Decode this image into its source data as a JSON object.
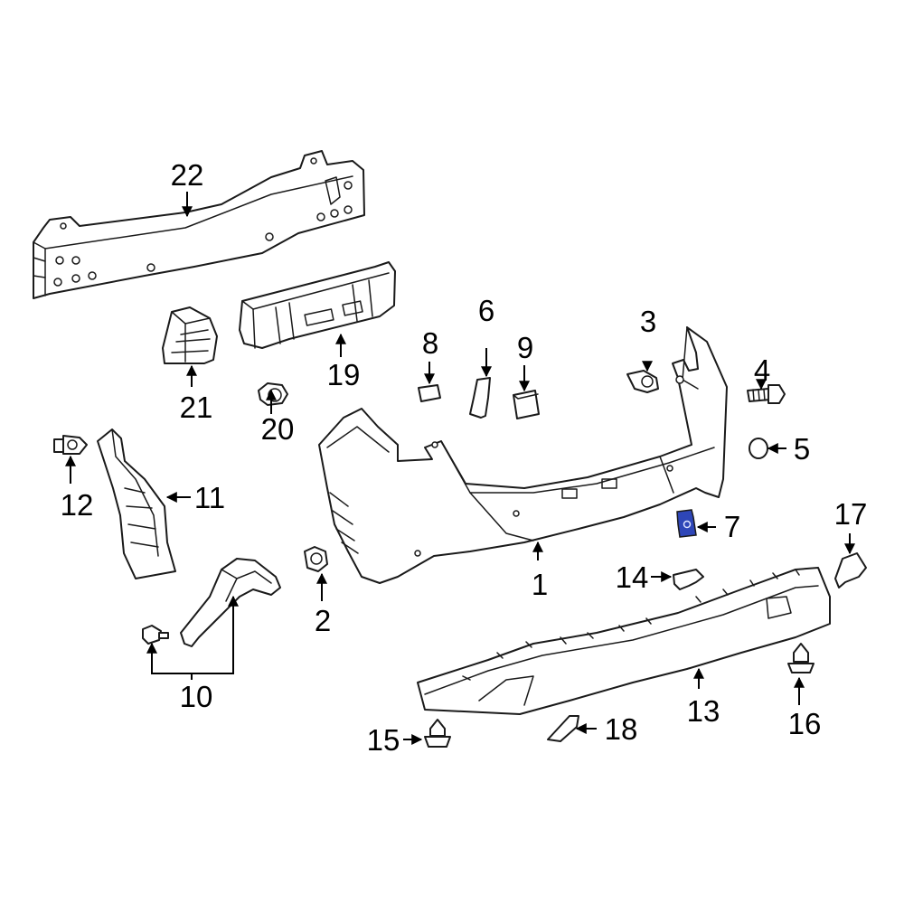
{
  "callouts": [
    {
      "id": "1"
    },
    {
      "id": "2"
    },
    {
      "id": "3"
    },
    {
      "id": "4"
    },
    {
      "id": "5"
    },
    {
      "id": "6"
    },
    {
      "id": "7"
    },
    {
      "id": "8"
    },
    {
      "id": "9"
    },
    {
      "id": "10"
    },
    {
      "id": "11"
    },
    {
      "id": "12"
    },
    {
      "id": "13"
    },
    {
      "id": "14"
    },
    {
      "id": "15"
    },
    {
      "id": "16"
    },
    {
      "id": "17"
    },
    {
      "id": "18"
    },
    {
      "id": "19"
    },
    {
      "id": "20"
    },
    {
      "id": "21"
    },
    {
      "id": "22"
    }
  ],
  "highlighted_part": "7",
  "colors": {
    "line": "#1a1a1a",
    "highlight_fill": "#2e46b8",
    "background": "#ffffff"
  }
}
